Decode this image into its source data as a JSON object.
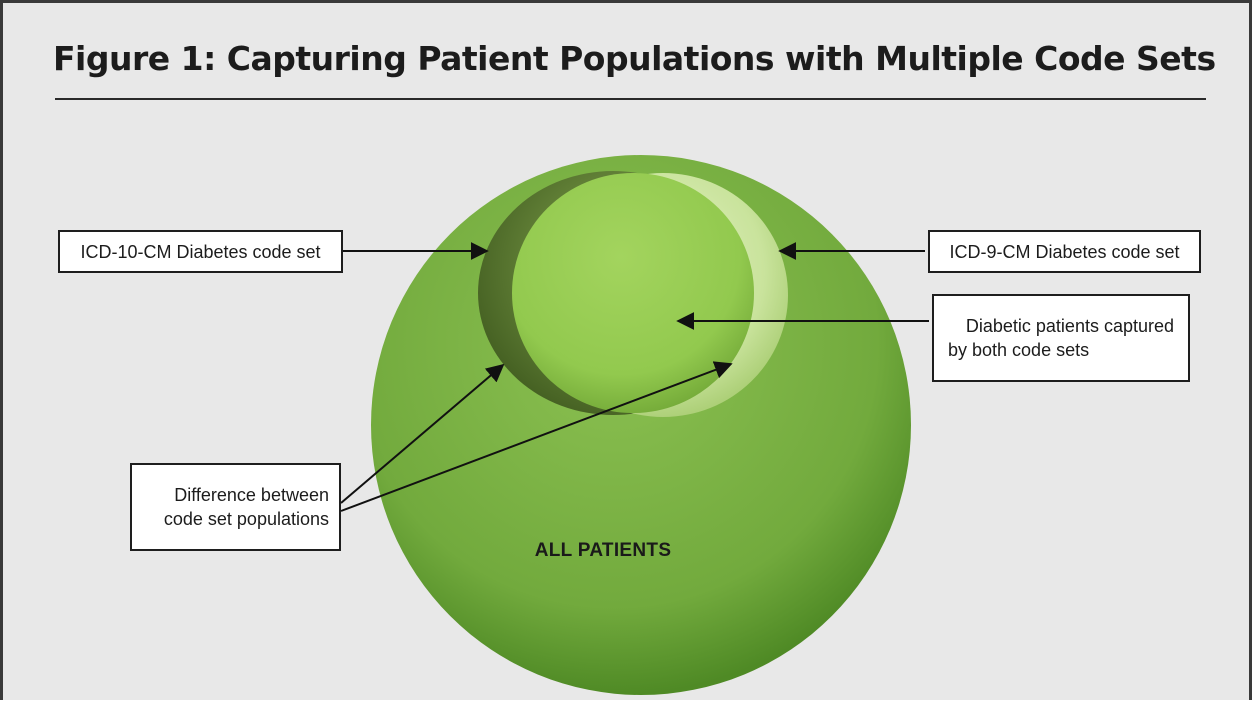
{
  "title": "Figure 1: Capturing Patient Populations with Multiple Code Sets",
  "labels": {
    "icd10": "ICD-10-CM Diabetes code set",
    "icd9": "ICD-9-CM Diabetes code set",
    "both": [
      "Diabetic patients captured",
      "by both code sets"
    ],
    "difference": [
      "Difference between",
      "code set populations"
    ],
    "all_patients": "ALL PATIENTS"
  },
  "colors": {
    "background": "#e8e8e8",
    "all_patients_circle": "#6ea73a",
    "icd10_circle": "#5d7a33",
    "icd9_circle": "#c8e29a",
    "overlap_circle": "#93c94f",
    "box_border": "#1e1e1e"
  }
}
